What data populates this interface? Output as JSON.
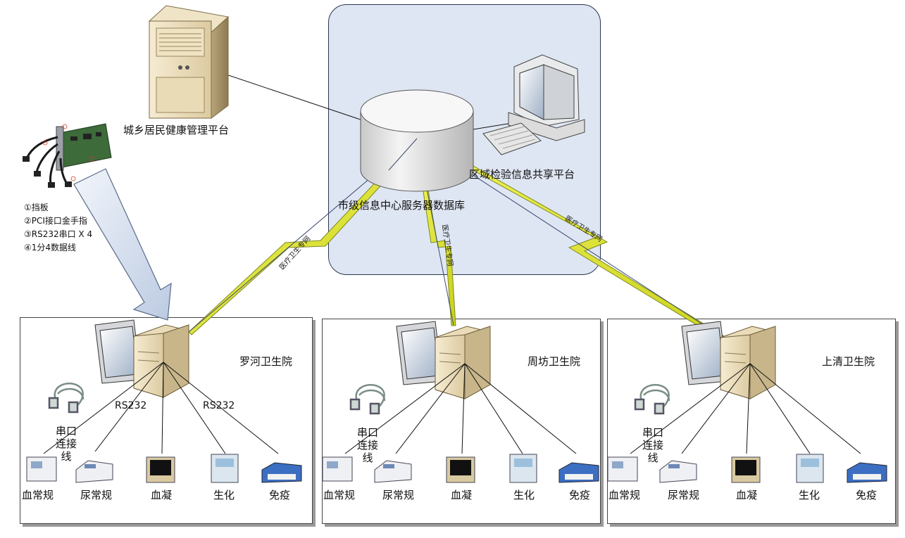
{
  "colors": {
    "central_bg": "#dfe6f3",
    "bolt_fill": "#e8ec2a",
    "bolt_edge": "#5a6a1a",
    "line": "#111111"
  },
  "platforms": {
    "health_platform": "城乡居民健康管理平台",
    "database": "市级信息中心服务器数据库",
    "lab_share": "区域检验信息共享平台"
  },
  "card": {
    "legend": [
      "①挡板",
      "②PCI接口金手指",
      "③RS232串口 X 4",
      "④1分4数据线"
    ]
  },
  "network_label": "医疗卫生专网",
  "hospitals": [
    {
      "name": "罗河卫生院",
      "rs232_left": "RS232",
      "rs232_right": "RS232",
      "cable_label": "串口连接线",
      "devices": [
        "血常规",
        "尿常规",
        "血凝",
        "生化",
        "免疫"
      ]
    },
    {
      "name": "周坊卫生院",
      "cable_label": "串口连接线",
      "devices": [
        "血常规",
        "尿常规",
        "血凝",
        "生化",
        "免疫"
      ]
    },
    {
      "name": "上清卫生院",
      "cable_label": "串口连接线",
      "devices": [
        "血常规",
        "尿常规",
        "血凝",
        "生化",
        "免疫"
      ]
    }
  ],
  "icons": {
    "server": "tower-server-icon",
    "database": "database-cylinder-icon",
    "workstation": "desktop-computer-icon",
    "pci_card": "pci-serial-card-icon",
    "serial_cable": "serial-cable-icon"
  }
}
